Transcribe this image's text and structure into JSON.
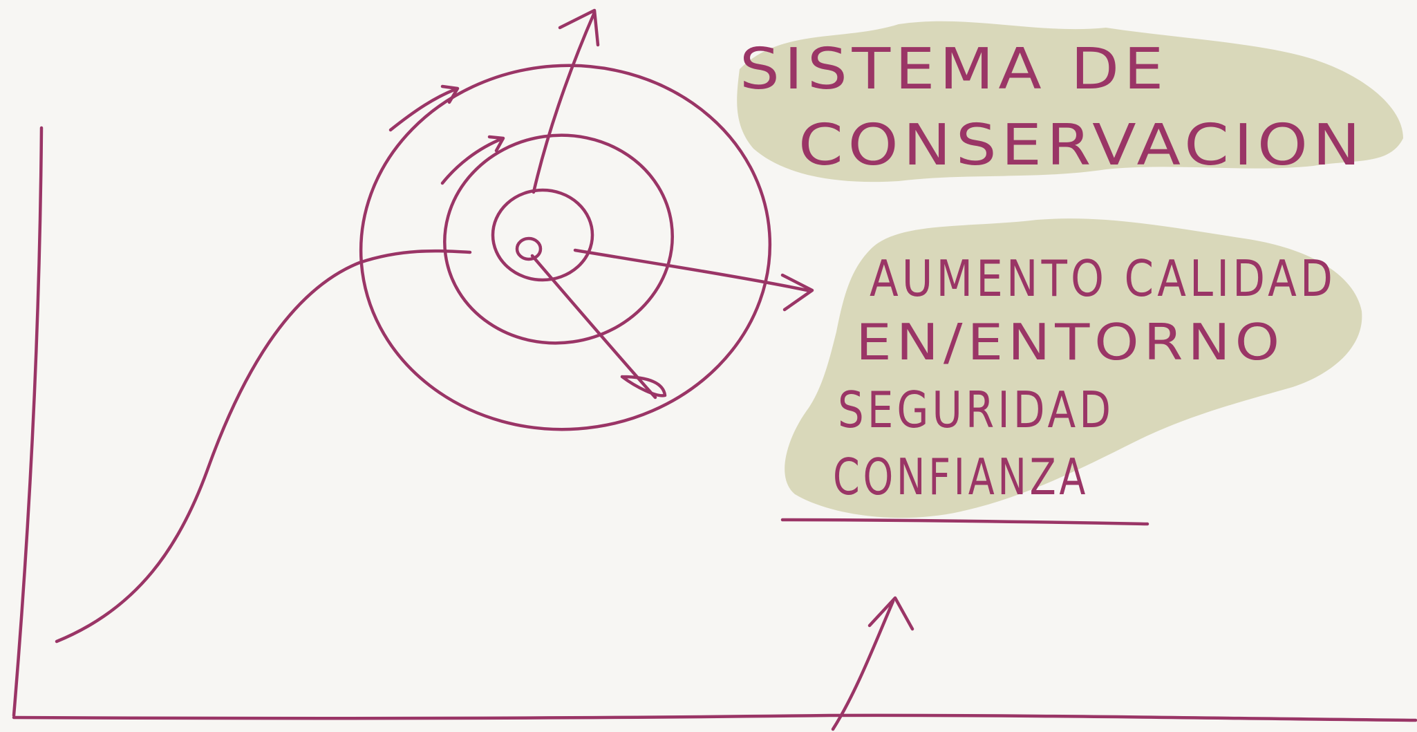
{
  "colors": {
    "background": "#f7f6f3",
    "ink": "#9a3566",
    "highlight": "#cfcda7"
  },
  "title": {
    "line1": "SISTEMA DE",
    "line2": "CONSERVACION"
  },
  "benefits": {
    "line1": "AUMENTO CALIDAD",
    "line2": "EN/ENTORNO",
    "line3": "SEGURIDAD",
    "line4": "CONFIANZA"
  }
}
